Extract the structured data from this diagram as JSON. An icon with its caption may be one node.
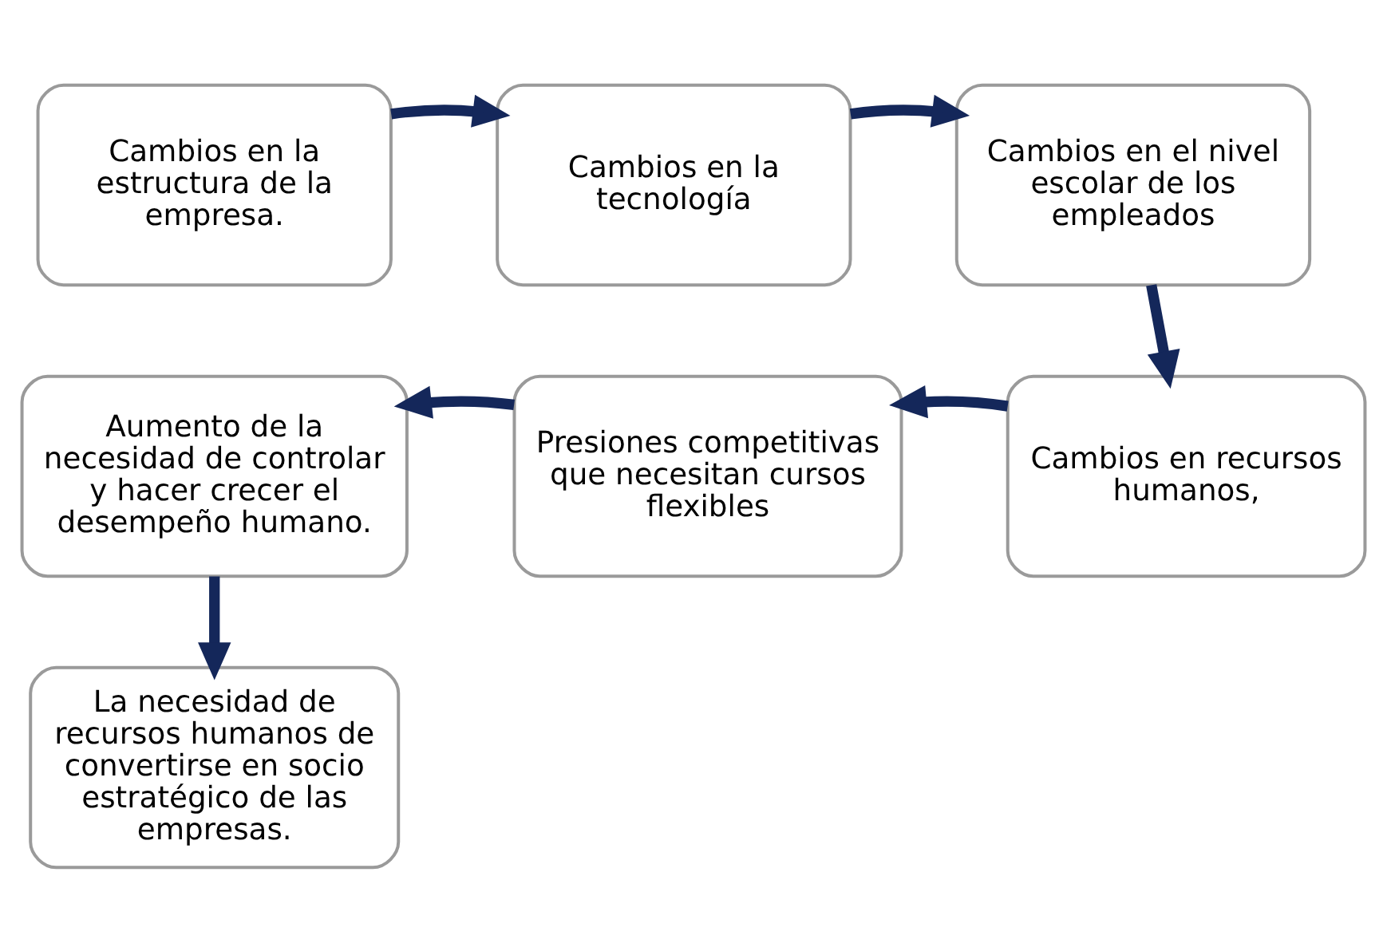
{
  "diagram": {
    "nodes": [
      {
        "text": [
          "Cambios en la estructura de la empresa."
        ]
      },
      {
        "text": [
          "Cambios en la tecnología"
        ]
      },
      {
        "text": [
          "Cambios en el nivel escolar de los empleados"
        ]
      },
      {
        "text": [
          "Cambios en recursos humanos,"
        ]
      },
      {
        "text": [
          "Presiones competitivas que necesitan cursos flexibles"
        ]
      },
      {
        "text": [
          "Aumento de la necesidad de controlar y hacer crecer el desempeño humano."
        ]
      },
      {
        "text": [
          "La necesidad de recursos humanos de convertirse en socio estratégico de las empresas."
        ]
      }
    ],
    "edges": [
      {
        "from": 0,
        "to": 1,
        "arrow": "to"
      },
      {
        "from": 1,
        "to": 2,
        "arrow": "to"
      },
      {
        "from": 2,
        "to": 3,
        "arrow": "to"
      },
      {
        "from": 3,
        "to": 4,
        "arrow": "to"
      },
      {
        "from": 4,
        "to": 5,
        "arrow": "to"
      },
      {
        "from": 5,
        "to": 6,
        "arrow": "to"
      }
    ]
  }
}
